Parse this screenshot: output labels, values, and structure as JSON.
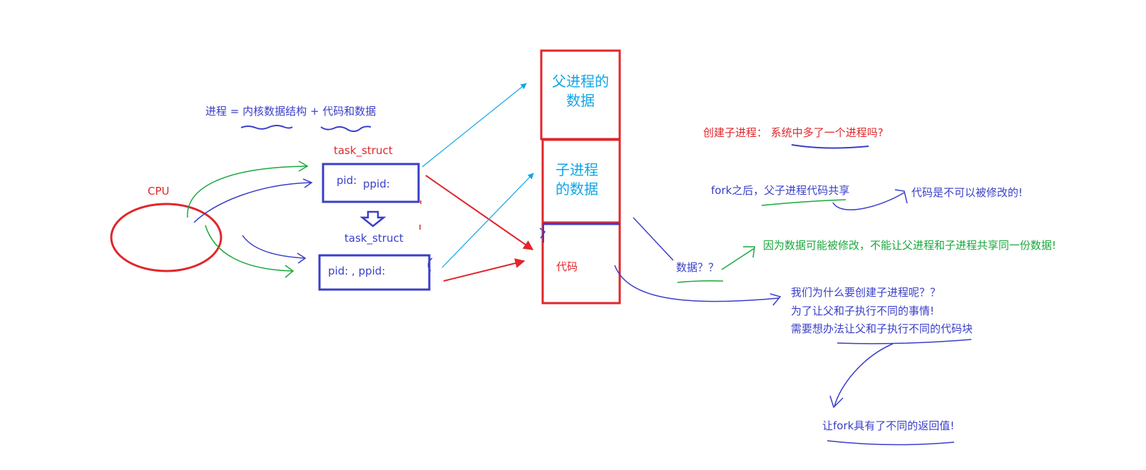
{
  "labels": {
    "equation": "进程 = 内核数据结构 + 代码和数据",
    "cpu": "CPU",
    "task_struct_top": "task_struct",
    "pid_top": "pid:",
    "ppid_top": "ppid:",
    "task_struct_bottom": "task_struct",
    "pid_bottom": "pid: , ppid:",
    "parent_data_line1": "父进程的",
    "parent_data_line2": "数据",
    "child_data_line1": "子进程",
    "child_data_line2": "的数据",
    "code": "代码",
    "create_child_question": "创建子进程： 系统中多了一个进程吗?",
    "fork_after": "fork之后，父子进程代码共享",
    "code_readonly": "代码是不可以被修改的!",
    "data_question": "数据？？",
    "data_reason": "因为数据可能被修改，不能让父进程和子进程共享同一份数据!",
    "why_create_1": "我们为什么要创建子进程呢？？",
    "why_create_2": "为了让父和子执行不同的事情!",
    "why_create_3": "需要想办法让父和子执行不同的代码块",
    "fork_return": "让fork具有了不同的返回值!"
  },
  "colors": {
    "blue": "#3a3fc8",
    "red": "#e0262b",
    "green": "#1aa83c",
    "cyan": "#10a6e6"
  }
}
